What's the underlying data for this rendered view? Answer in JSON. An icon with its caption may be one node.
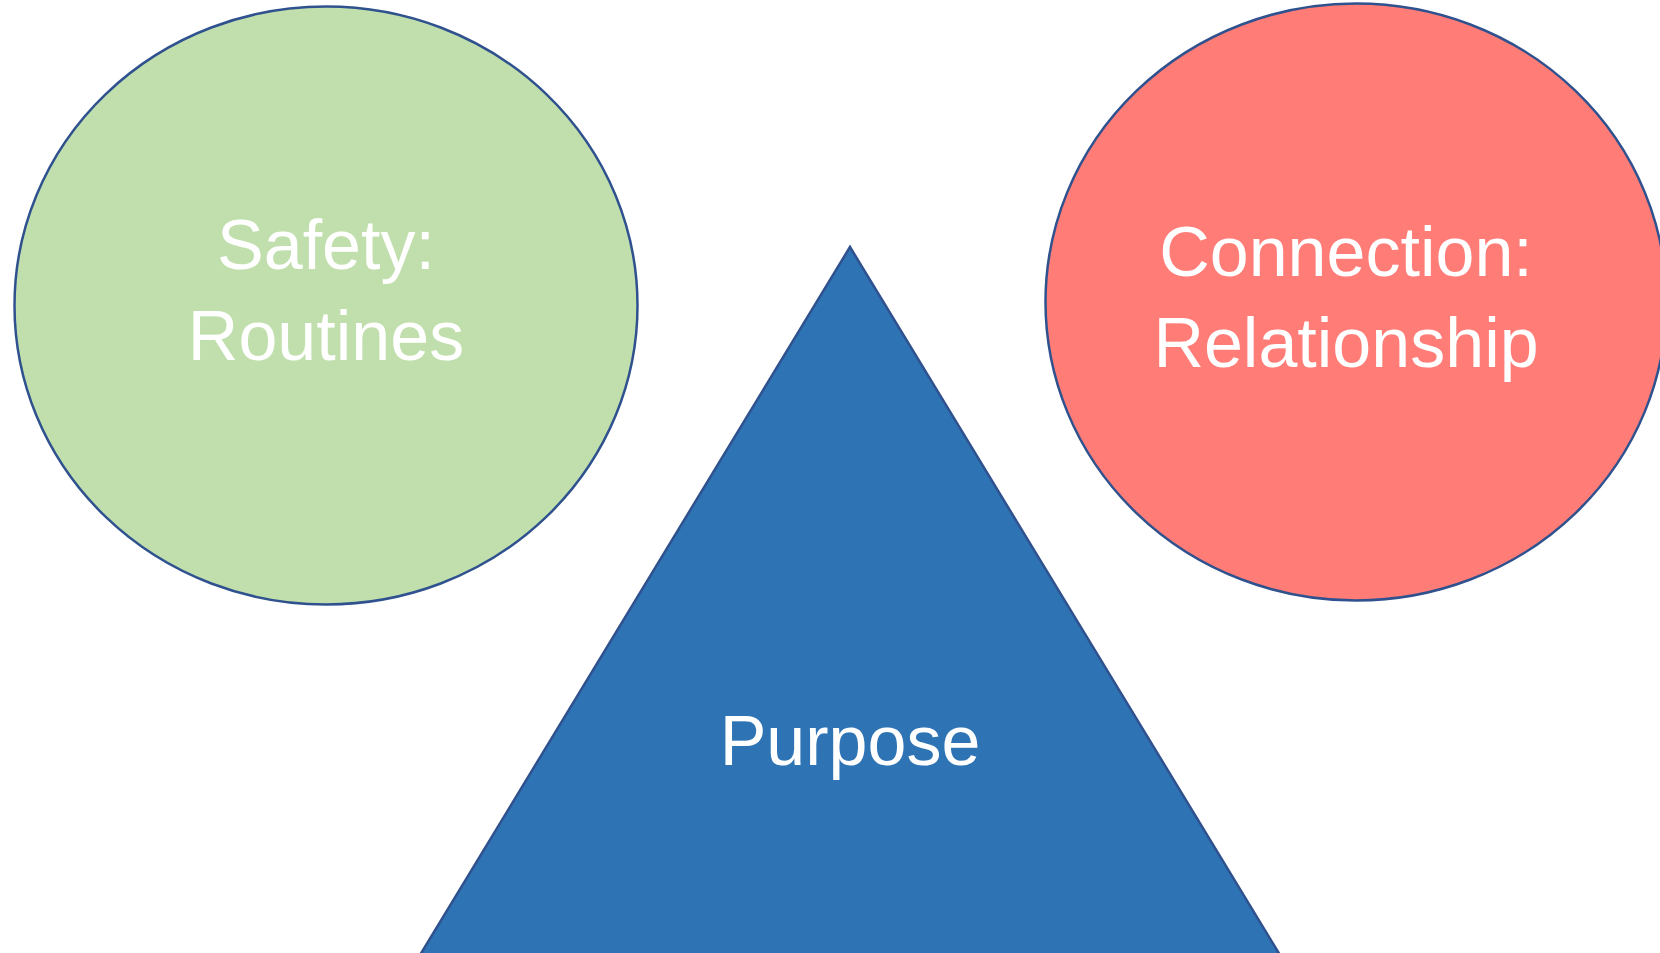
{
  "diagram": {
    "nodes": [
      {
        "text": [
          "Safety: Routines"
        ]
      },
      {
        "text": [
          "Connection: Relationship"
        ]
      },
      {
        "text": [
          "Purpose"
        ]
      }
    ]
  }
}
